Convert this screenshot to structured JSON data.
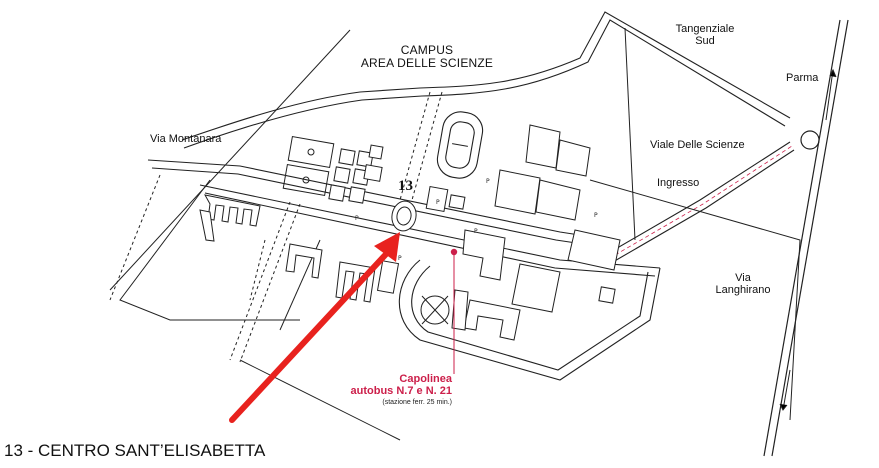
{
  "labels": {
    "campus_line1": "CAMPUS",
    "campus_line2": "AREA DELLE SCIENZE",
    "tangenziale_line1": "Tangenziale",
    "tangenziale_line2": "Sud",
    "parma": "Parma",
    "via_montanara": "Via Montanara",
    "viale_delle_scienze": "Viale Delle Scienze",
    "ingresso": "Ingresso",
    "via_langhirano_line1": "Via",
    "via_langhirano_line2": "Langhirano",
    "building_number": "13",
    "parking_symbol": "P"
  },
  "bus_stop": {
    "line1": "Capolinea",
    "line2": "autobus N.7 e N. 21",
    "line3": "(stazione ferr. 25 min.)"
  },
  "caption": "13 - CENTRO SANT’ELISABETTA",
  "colors": {
    "highlight": "#e8221e",
    "bus_stop": "#cc1f4a",
    "lines": "#222222",
    "background": "#ffffff"
  }
}
